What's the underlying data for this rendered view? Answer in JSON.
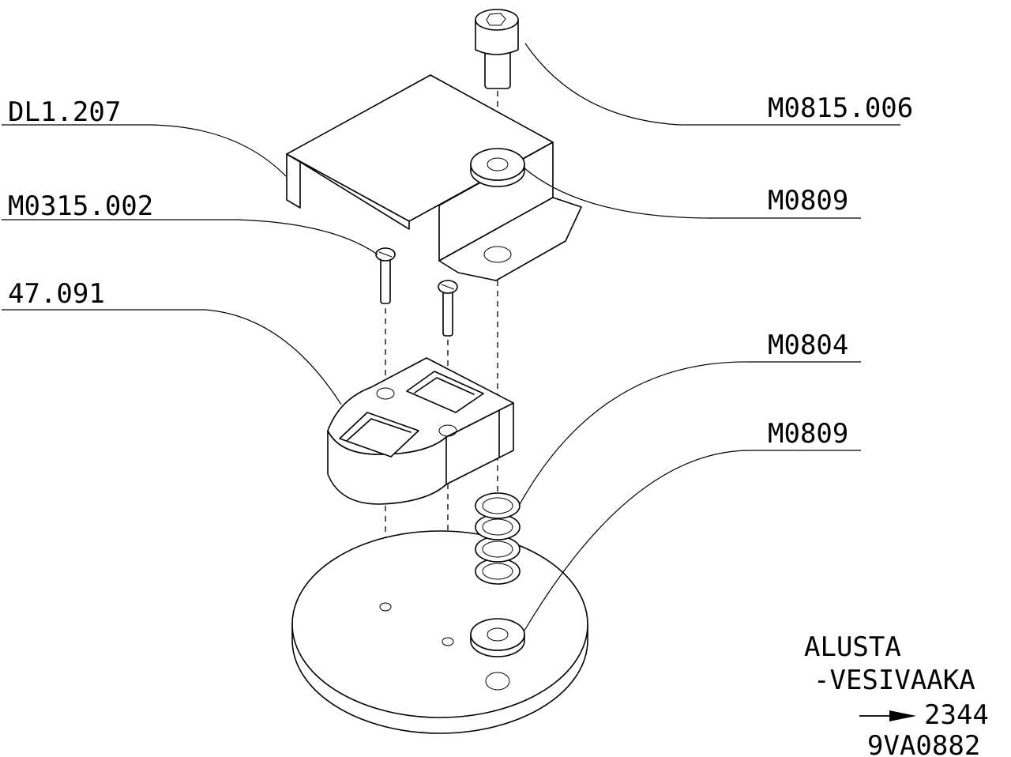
{
  "labels": {
    "bracket": "DL1.207",
    "screw_small": "M0315.002",
    "block": "47.091",
    "cap_screw": "M0815.006",
    "washer_top": "M0809",
    "spring_washers": "M0804",
    "washer_bottom": "M0809"
  },
  "note": {
    "line1": "ALUSTA",
    "line2": "-VESIVAAKA",
    "line3": "2344",
    "line4": "9VA0882"
  }
}
